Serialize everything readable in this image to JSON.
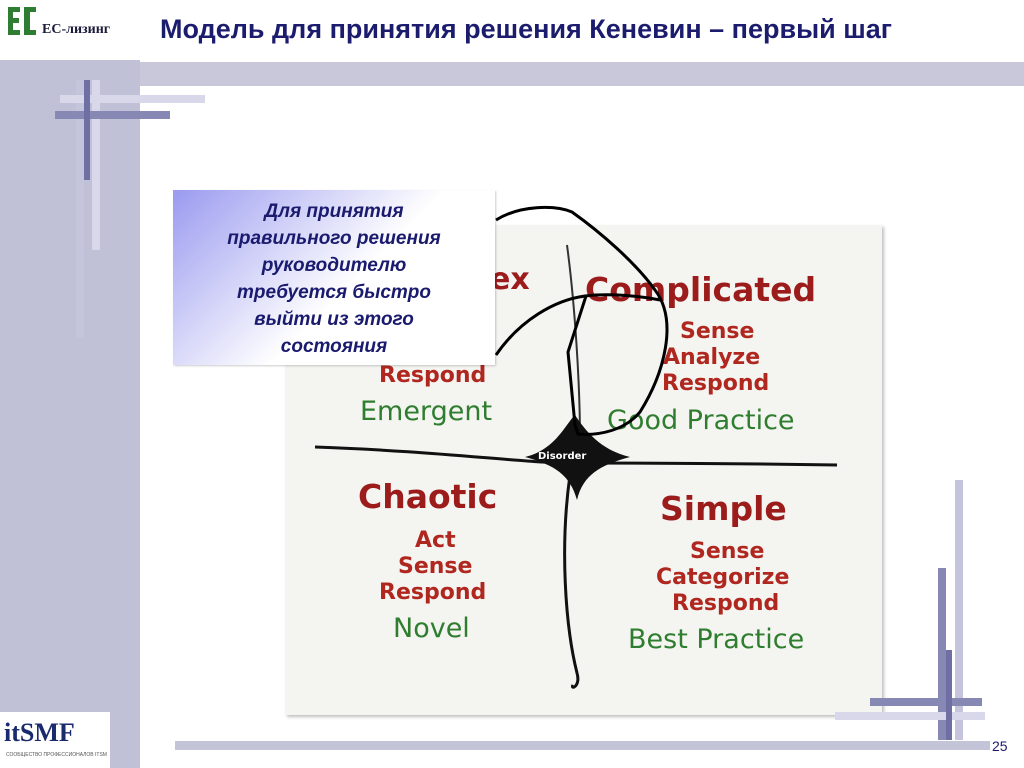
{
  "header": {
    "logo_text": "ЕС-лизинг",
    "title": "Модель для принятия решения Кеневин – первый шаг"
  },
  "callout": {
    "text": "Для принятия\nправильного решения\nруководителю\nтребуется быстро\nвыйти из этого\nсостояния"
  },
  "diagram": {
    "complex_fragment": "ex",
    "complicated": {
      "title": "Complicated",
      "steps": [
        "Sense",
        "Analyze",
        "Respond"
      ],
      "practice": "Good Practice"
    },
    "complex": {
      "steps_visible": [
        "Respond"
      ],
      "practice": "Emergent"
    },
    "chaotic": {
      "title": "Chaotic",
      "steps": [
        "Act",
        "Sense",
        "Respond"
      ],
      "practice": "Novel"
    },
    "simple": {
      "title": "Simple",
      "steps": [
        "Sense",
        "Categorize",
        "Respond"
      ],
      "practice": "Best Practice"
    },
    "center": "Disorder"
  },
  "footer": {
    "itsmf": "itSMF",
    "itsmf_sub": "СООБЩЕСТВО ПРОФЕССИОНАЛОВ ITSM",
    "page_number": "25"
  },
  "colors": {
    "title": "#1c1c6e",
    "sidebar": "#c0c0d6",
    "quadrant_title": "#9c1c1c",
    "step_text": "#b0271f",
    "practice_text": "#2f7d2f"
  }
}
